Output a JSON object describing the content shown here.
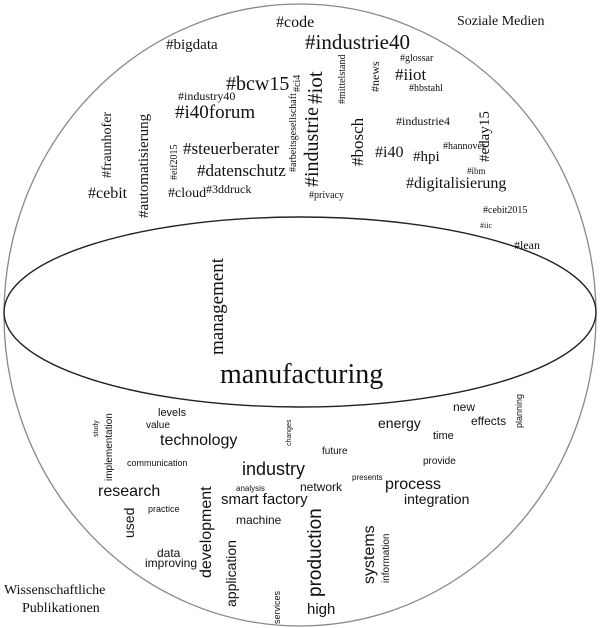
{
  "labels": {
    "top_right": "Soziale Medien",
    "bottom_left_line1": "Wissenschaftliche",
    "bottom_left_line2": "Publikationen"
  },
  "top_words": [
    "#code",
    "#bigdata",
    "#industrie40",
    "#glossar",
    "#news",
    "#mittelstand",
    "#bcw15",
    "#iiot",
    "#hbstahl",
    "#industry40",
    "#ci4",
    "#arbeitsgesellschaft",
    "#iot",
    "#i40forum",
    "#fraunhofer",
    "#automatisierung",
    "#bosch",
    "#industrie4",
    "#eday15",
    "#eif2015",
    "#steuerberater",
    "#industrie",
    "#hannover",
    "#i40",
    "#hpi",
    "#datenschutz",
    "#ibm",
    "#digitalisierung",
    "#3ddruck",
    "#cebit",
    "#cloud",
    "#privacy",
    "#cebit2015",
    "#iic",
    "#lean"
  ],
  "bottom_words": [
    "management",
    "manufacturing",
    "new",
    "levels",
    "study",
    "value",
    "changes",
    "planning",
    "effects",
    "energy",
    "implementation",
    "time",
    "technology",
    "future",
    "communication",
    "provide",
    "industry",
    "presents",
    "analysis",
    "network",
    "process",
    "research",
    "integration",
    "smart factory",
    "practice",
    "development",
    "used",
    "machine",
    "production",
    "information",
    "systems",
    "data",
    "improving",
    "application",
    "services",
    "high"
  ]
}
